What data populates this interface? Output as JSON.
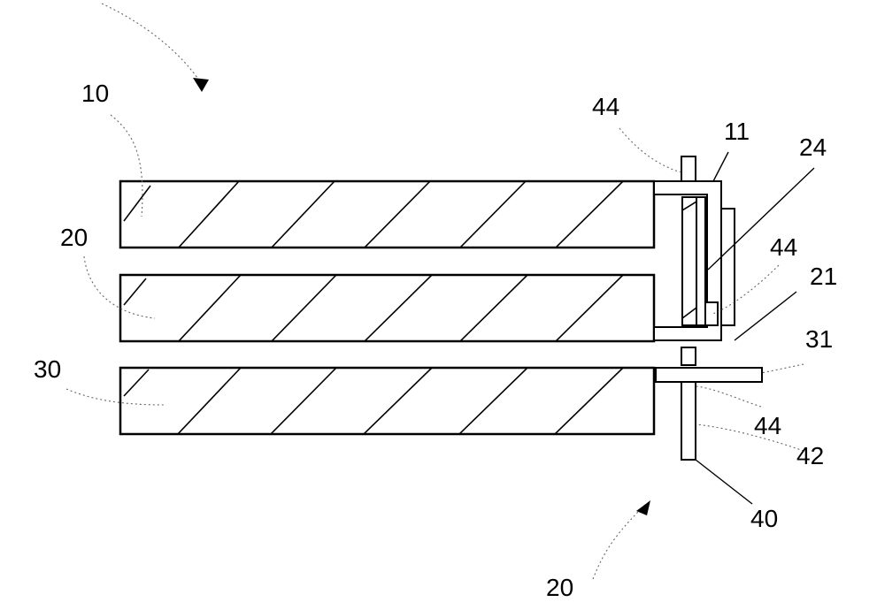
{
  "labels": {
    "plate_top": "10",
    "plate_middle": "20",
    "plate_bottom": "30",
    "bracket": "11",
    "spacer_upper": "44",
    "spacer_inner": "44",
    "spacer_lower": "44",
    "core": "24",
    "frame": "21",
    "tab": "31",
    "rod_body": "42",
    "rod": "40",
    "assembly_bottom": "20"
  }
}
